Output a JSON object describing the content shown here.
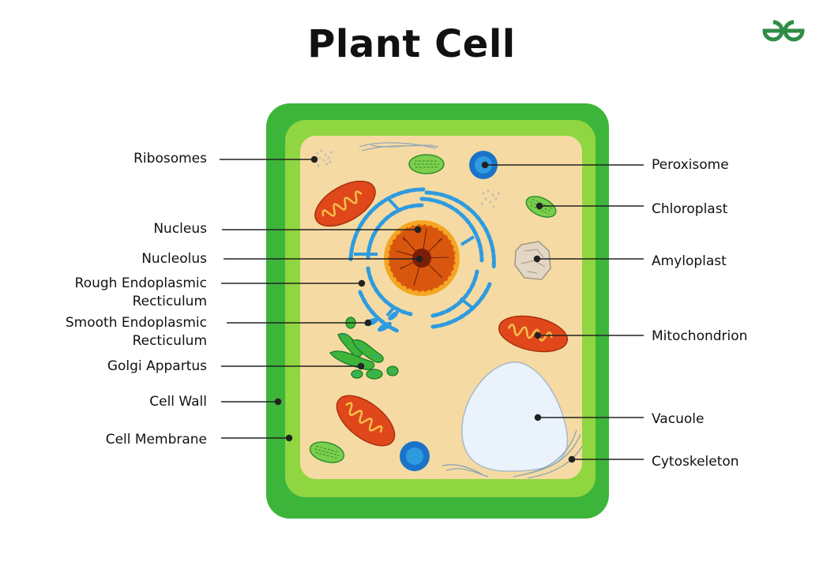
{
  "title": "Plant Cell",
  "brand": {
    "logo_icon": "geeksforgeeks-logo-icon",
    "color": "#2f8d46"
  },
  "colors": {
    "cell_wall": "#3db53a",
    "cell_membrane": "#8fd640",
    "cytoplasm": "#f5dba3",
    "mitochondria": "#e0481b",
    "er": "#2e9be0",
    "vacuole": "#eaf2fb",
    "nucleus": "#d9560e"
  },
  "labels_left": [
    {
      "id": "ribosomes",
      "text": "Ribosomes"
    },
    {
      "id": "nucleus",
      "text": "Nucleus"
    },
    {
      "id": "nucleolus",
      "text": "Nucleolus"
    },
    {
      "id": "rough-er",
      "line1": "Rough Endoplasmic",
      "line2": "Recticulum"
    },
    {
      "id": "smooth-er",
      "line1": "Smooth Endoplasmic",
      "line2": "Recticulum"
    },
    {
      "id": "golgi",
      "text": "Golgi Appartus"
    },
    {
      "id": "cell-wall",
      "text": "Cell Wall"
    },
    {
      "id": "cell-membrane",
      "text": "Cell Membrane"
    }
  ],
  "labels_right": [
    {
      "id": "peroxisome",
      "text": "Peroxisome"
    },
    {
      "id": "chloroplast",
      "text": "Chloroplast"
    },
    {
      "id": "amyloplast",
      "text": "Amyloplast"
    },
    {
      "id": "mitochondrion",
      "text": "Mitochondrion"
    },
    {
      "id": "vacuole",
      "text": "Vacuole"
    },
    {
      "id": "cytoskeleton",
      "text": "Cytoskeleton"
    }
  ]
}
